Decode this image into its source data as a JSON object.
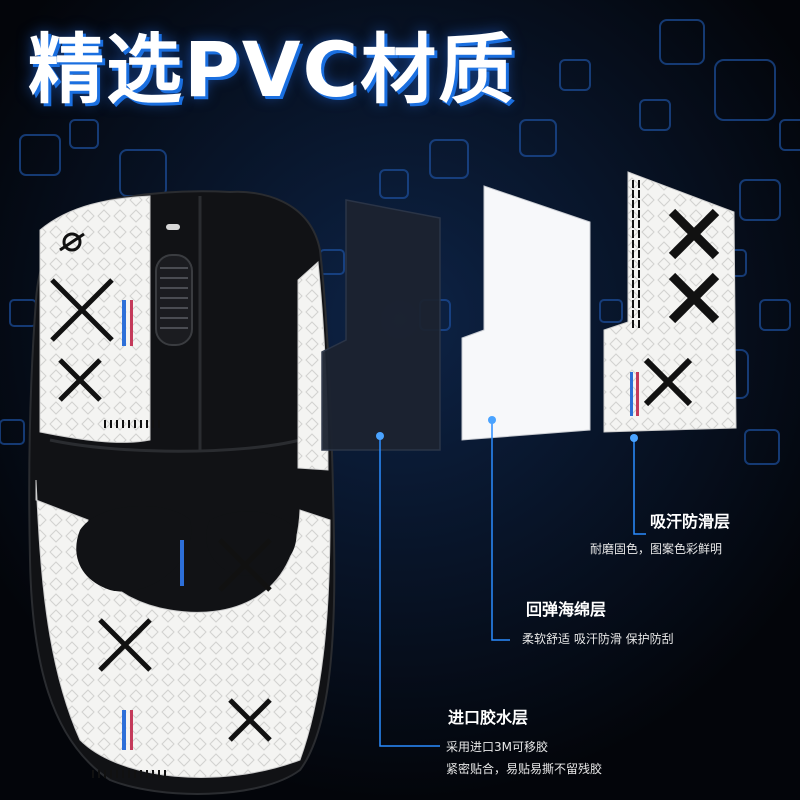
{
  "headline": "精选PVC材质",
  "colors": {
    "background": "#05070c",
    "accent": "#1a6fe0",
    "leader": "#2a8cff"
  },
  "layers": [
    {
      "title": "吸汗防滑层",
      "lines": [
        "耐磨固色，图案色彩鲜明"
      ]
    },
    {
      "title": "回弹海绵层",
      "lines": [
        "柔软舒适 吸汗防滑 保护防刮"
      ]
    },
    {
      "title": "进口胶水层",
      "lines": [
        "采用进口3M可移胶",
        "紧密贴合，易贴易撕不留残胶"
      ]
    }
  ]
}
